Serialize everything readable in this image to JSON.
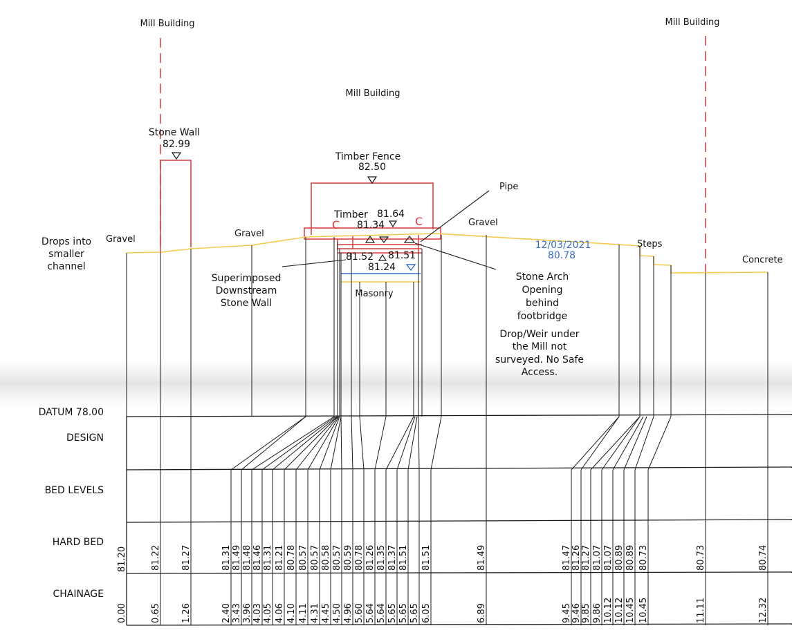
{
  "labels": {
    "mill_building_left": "Mill Building",
    "mill_building_center": "Mill Building",
    "mill_building_right": "Mill Building",
    "stone_wall": "Stone Wall",
    "stone_wall_level": "82.99",
    "timber_fence": "Timber Fence",
    "timber_fence_level": "82.50",
    "timber": "Timber",
    "timber_level": "81.64",
    "level_8134": "81.34",
    "section_c_left": "C",
    "section_c_right": "C",
    "pipe": "Pipe",
    "gravel_1": "Gravel",
    "gravel_2": "Gravel",
    "gravel_3": "Gravel",
    "drops_into_l1": "Drops into",
    "drops_into_l2": "smaller",
    "drops_into_l3": "channel",
    "level_8152": "81.52",
    "level_8151": "81.51",
    "level_8124": "81.24",
    "superimposed_l1": "Superimposed",
    "superimposed_l2": "Downstream",
    "superimposed_l3": "Stone Wall",
    "masonry": "Masonry",
    "survey_date": "12/03/2021",
    "survey_level": "80.78",
    "steps": "Steps",
    "concrete": "Concrete",
    "arch_l1": "Stone Arch",
    "arch_l2": "Opening",
    "arch_l3": "behind",
    "arch_l4": "footbridge",
    "weir_l1": "Drop/Weir under",
    "weir_l2": "the Mill not",
    "weir_l3": "surveyed. No Safe",
    "weir_l4": "Access."
  },
  "rows": {
    "datum": "DATUM 78.00",
    "design": "DESIGN",
    "bed_levels": "BED LEVELS",
    "hard_bed": "HARD BED",
    "chainage": "CHAINAGE"
  },
  "hard_bed": [
    "81.20",
    "81.22",
    "81.27",
    "81.31",
    "81.49",
    "81.48",
    "81.46",
    "81.31",
    "81.21",
    "80.78",
    "80.57",
    "80.57",
    "80.58",
    "80.57",
    "80.59",
    "80.78",
    "81.26",
    "81.35",
    "81.37",
    "81.51",
    "81.51",
    "81.49",
    "81.47",
    "81.26",
    "81.27",
    "81.07",
    "81.07",
    "80.89",
    "80.89",
    "80.73",
    "80.73",
    "80.74"
  ],
  "chainage": [
    "0.00",
    "0.65",
    "1.26",
    "2.40",
    "3.43",
    "3.96",
    "4.03",
    "4.05",
    "4.06",
    "4.10",
    "4.11",
    "4.31",
    "4.45",
    "4.50",
    "4.96",
    "5.60",
    "5.64",
    "5.64",
    "5.65",
    "5.65",
    "5.65",
    "6.05",
    "6.89",
    "9.45",
    "9.46",
    "9.85",
    "9.86",
    "10.12",
    "10.12",
    "10.45",
    "10.45",
    "11.11",
    "12.32"
  ],
  "colors": {
    "ink": "#1a1a1a",
    "red": "#d63a3a",
    "yellow": "#f2c94c",
    "blue": "#3a6fc4"
  }
}
